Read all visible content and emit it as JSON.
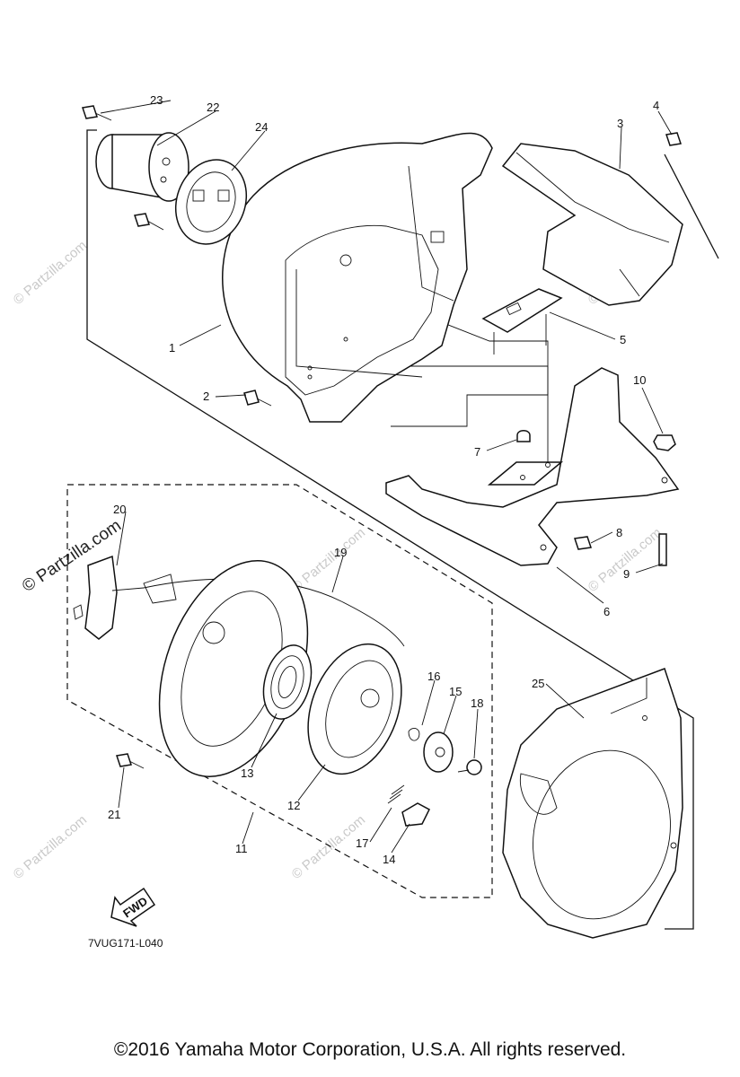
{
  "watermark": {
    "big": "© Partzilla.com",
    "small": "© Partzilla.com"
  },
  "callouts": [
    "1",
    "2",
    "3",
    "4",
    "5",
    "6",
    "7",
    "8",
    "9",
    "10",
    "11",
    "12",
    "13",
    "14",
    "15",
    "16",
    "17",
    "18",
    "19",
    "20",
    "21",
    "22",
    "23",
    "24",
    "25"
  ],
  "fwd_label": "FWD",
  "diagram_code": "7VUG171-L040",
  "copyright": "©2016  Yamaha Motor Corporation, U.S.A. All rights reserved."
}
